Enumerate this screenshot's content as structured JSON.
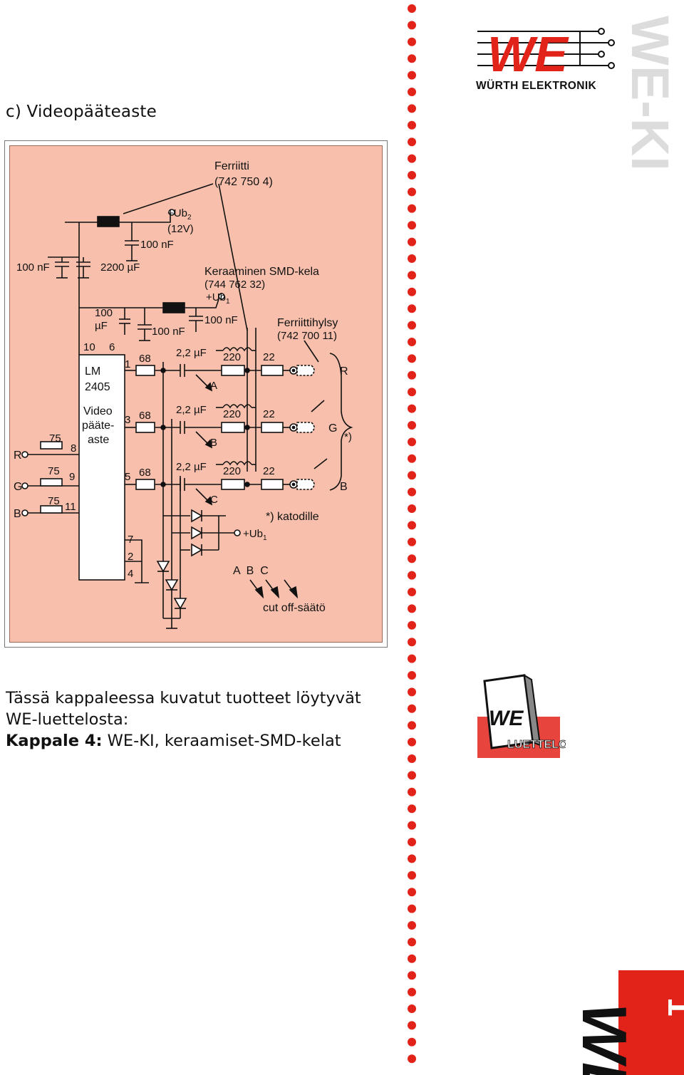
{
  "section": {
    "title": "c) Videopääteaste"
  },
  "schematic": {
    "labels": {
      "ferrite": "Ferriitti",
      "ferrite_part": "(742 750 4)",
      "ub2": "+Ub",
      "ub2_sub": "2",
      "ub2_voltage": "(12V)",
      "cap_100nf": "100 nF",
      "cap_left_100nf": "100 nF",
      "cap_2200uf": "2200 µF",
      "ceramic_coil": "Keraaminen SMD-kela",
      "ceramic_part": "(744 762 32)",
      "ub1": "+Ub",
      "ub1_sub": "1",
      "cap_100nf_b": "100 nF",
      "cap_100nf_c": "100 nF",
      "cap_100uf_a": "100",
      "cap_100uf_b": "µF",
      "ferrite_sleeve": "Ferriittihylsy",
      "ferrite_sleeve_part": "(742 700 11)",
      "pin_10": "10",
      "pin_6": "6",
      "pin_1": "1",
      "pin_3": "3",
      "pin_5": "5",
      "pin_8": "8",
      "pin_9": "9",
      "pin_11": "11",
      "pin_7": "7",
      "pin_2": "2",
      "pin_4": "4",
      "ic_name_a": "LM",
      "ic_name_b": "2405",
      "ic_func_a": "Video",
      "ic_func_b": "pääte-",
      "ic_func_c": "aste",
      "res_68": "68",
      "res_220": "220",
      "res_22": "22",
      "res_75": "75",
      "cap_22uf": "2,2 µF",
      "ch_a": "A",
      "ch_b": "B",
      "ch_c": "C",
      "in_r": "R",
      "in_g": "G",
      "in_b": "B",
      "out_r": "R",
      "out_g": "G",
      "out_b": "B",
      "star_note": "*)",
      "cathode_note": "*) katodille",
      "abc": "A  B  C",
      "cutoff": "cut off-säätö"
    }
  },
  "brand": {
    "logo_text": "WE",
    "company": "WÜRTH ELEKTRONIK",
    "vertical_title": "WE-KI",
    "accent_color": "#e2231a"
  },
  "body": {
    "line1": "Tässä kappaleessa kuvatut tuotteet löytyvät",
    "line2": "WE-luettelosta:",
    "line3_bold": "Kappale 4:",
    "line3_rest": " WE-KI, keraamiset-SMD-kelat"
  },
  "catalog": {
    "logo_text": "WE",
    "label": "LUETTELO"
  },
  "corner": {
    "logo_text": "WE",
    "mark": "1"
  }
}
